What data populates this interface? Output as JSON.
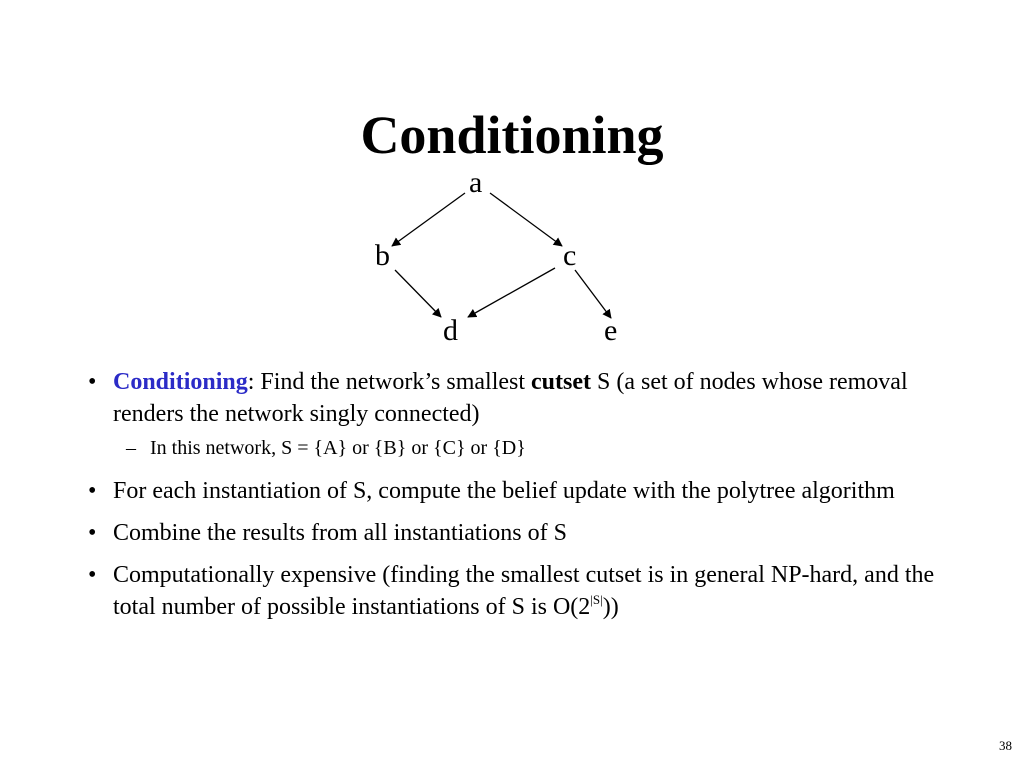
{
  "title": "Conditioning",
  "graph": {
    "nodes": [
      "a",
      "b",
      "c",
      "d",
      "e"
    ],
    "edges": [
      [
        "a",
        "b"
      ],
      [
        "a",
        "c"
      ],
      [
        "b",
        "d"
      ],
      [
        "c",
        "d"
      ],
      [
        "c",
        "e"
      ]
    ]
  },
  "bullets": {
    "b1": {
      "term": "Conditioning",
      "text1": ": Find the network’s smallest ",
      "bold": "cutset",
      "text2": " S (a set of nodes whose removal renders the network singly connected)"
    },
    "b1_sub": {
      "dash": "–",
      "text": "In this network, S = {A} or {B} or {C} or {D}"
    },
    "b2": "For each instantiation of S, compute the belief update with the polytree algorithm",
    "b3": "Combine the results from all instantiations of S",
    "b4": {
      "text1": "Computationally expensive (finding the smallest cutset is in general NP-hard, and the total number of possible instantiations of S is O(2",
      "sup": "|S|",
      "text2": "))"
    }
  },
  "bullet_glyph": "•",
  "slide_number": "38"
}
